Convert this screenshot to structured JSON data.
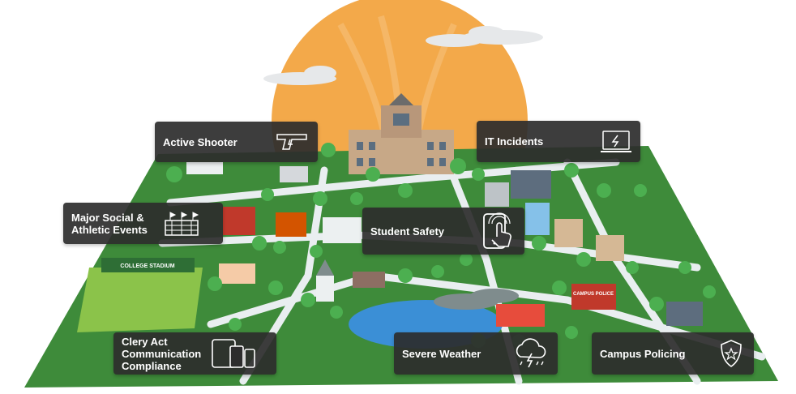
{
  "map": {
    "stadium_sign": "COLLEGE STADIUM",
    "campus_police_sign": "CAMPUS POLICE"
  },
  "cards": {
    "active_shooter": {
      "label": "Active Shooter",
      "icon": "handgun-icon"
    },
    "it_incidents": {
      "label": "IT Incidents",
      "icon": "laptop-icon"
    },
    "major_events": {
      "label": "Major Social & Athletic Events",
      "icon": "stadium-icon"
    },
    "student_safety": {
      "label": "Student Safety",
      "icon": "tap-phone-icon"
    },
    "clery_act": {
      "label": "Clery Act Communication Compliance",
      "icon": "devices-icon"
    },
    "severe_weather": {
      "label": "Severe Weather",
      "icon": "storm-cloud-icon"
    },
    "campus_policing": {
      "label": "Campus Policing",
      "icon": "police-badge-icon"
    }
  },
  "colors": {
    "sun": "#F3A94A",
    "grass": "#3E8B3A",
    "grass_light": "#8BC34A",
    "path": "#E9EEF0",
    "water": "#3B8FD6",
    "card_bg": "#2D2D2D"
  }
}
